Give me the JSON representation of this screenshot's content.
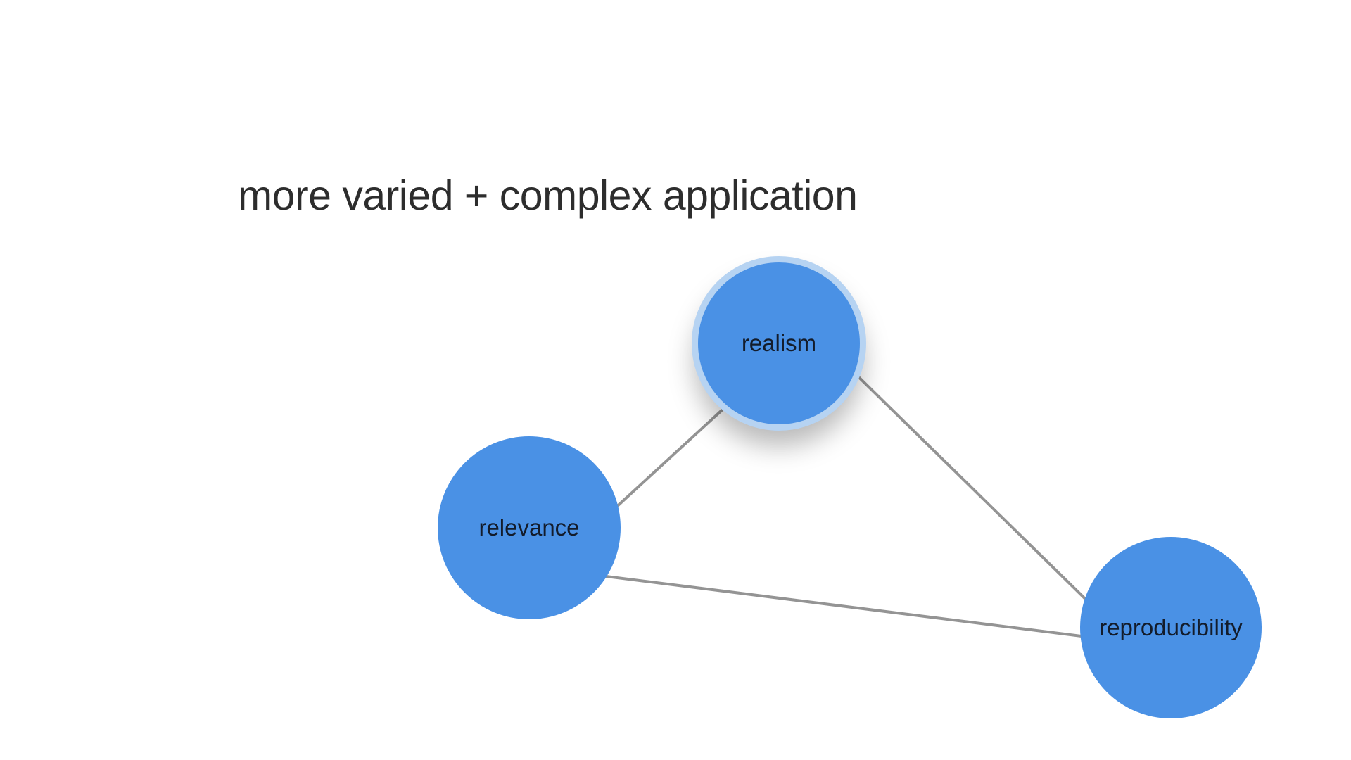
{
  "title": "more varied + complex application",
  "diagram": {
    "nodes": [
      {
        "id": "realism",
        "label": "realism",
        "highlighted": true
      },
      {
        "id": "relevance",
        "label": "relevance",
        "highlighted": false
      },
      {
        "id": "reproducibility",
        "label": "reproducibility",
        "highlighted": false
      }
    ],
    "edges": [
      {
        "from": "relevance",
        "to": "realism"
      },
      {
        "from": "realism",
        "to": "reproducibility"
      },
      {
        "from": "relevance",
        "to": "reproducibility"
      }
    ],
    "colors": {
      "background": "#ffffff",
      "node_fill": "#4a91e5",
      "node_highlight_ring": "#b6d3f2",
      "edge": "#949494",
      "label": "#131c2b",
      "title": "#2d2d2d"
    }
  }
}
